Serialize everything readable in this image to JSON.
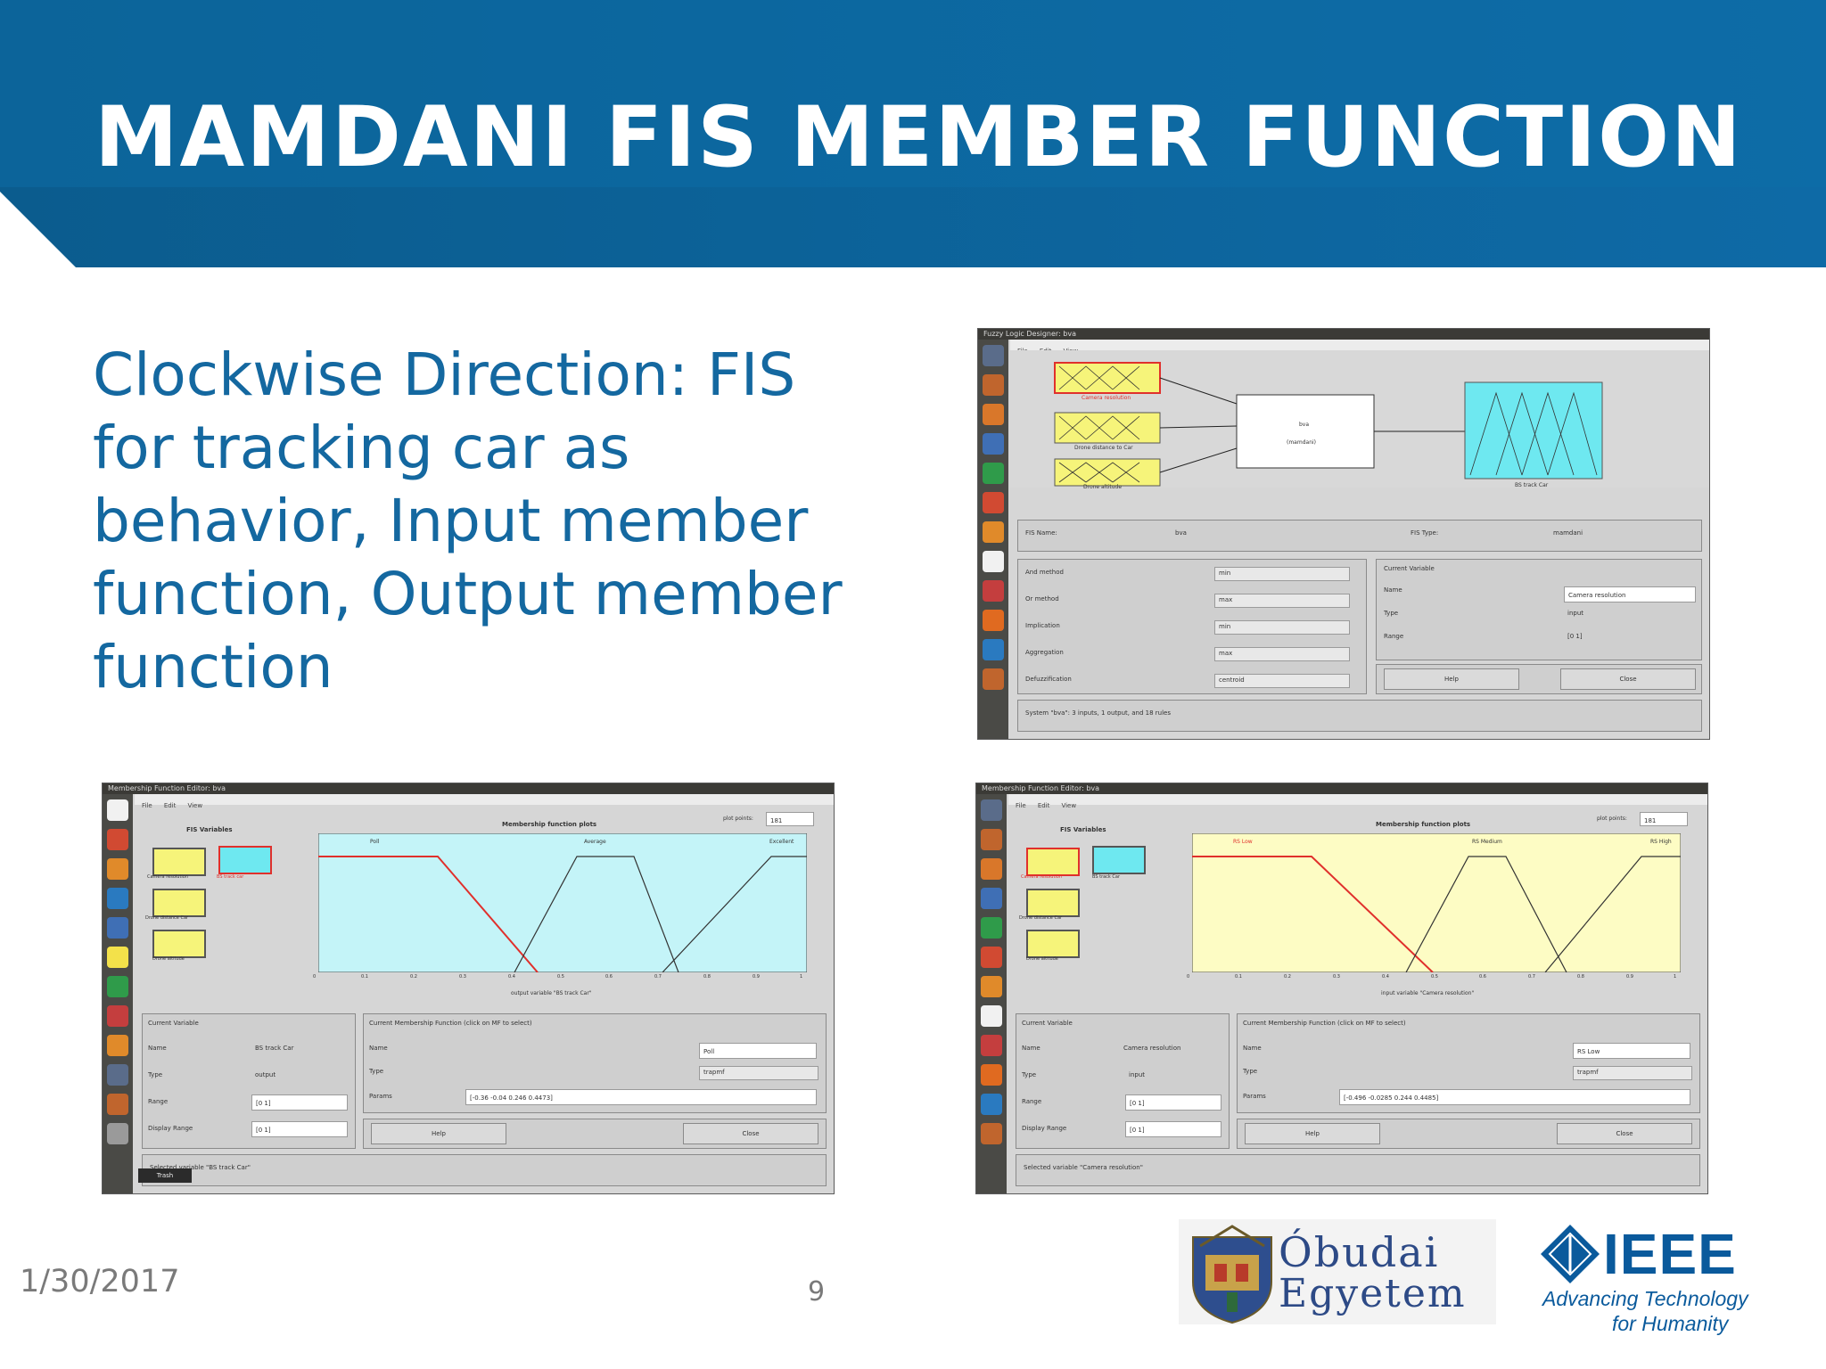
{
  "slide": {
    "title": "MAMDANI FIS MEMBER FUNCTION",
    "body": "Clockwise Direction: FIS for tracking car as behavior, Input member function, Output member function",
    "date": "1/30/2017",
    "page_number": "9"
  },
  "colors": {
    "banner_dark": "#0b5c8e",
    "banner_light": "#1a7ab3",
    "body_text": "#1468a0",
    "footer_text": "#7a7a7a",
    "mf_plot_cyan": "#c4f4f8",
    "mf_plot_yellow": "#fdfcc4",
    "mf_box_yellow": "#f6f47a",
    "mf_box_cyan": "#6ee8f0",
    "highlight_red": "#e0302c"
  },
  "logos": {
    "obuda": {
      "line1": "Óbudai",
      "line2": "Egyetem"
    },
    "ieee": {
      "name": "IEEE",
      "tagline1": "Advancing Technology",
      "tagline2": "for Humanity"
    }
  },
  "fis_designer": {
    "window_title": "Fuzzy Logic Designer: bva",
    "menu": [
      "File",
      "Edit",
      "View"
    ],
    "inputs": [
      "Camera resolution",
      "Drone distance to Car",
      "Drone altitude"
    ],
    "center_block": {
      "line1": "bva",
      "line2": "(mamdani)"
    },
    "output": "BS track Car",
    "fis_name_label": "FIS Name:",
    "fis_name_value": "bva",
    "fis_type_label": "FIS Type:",
    "fis_type_value": "mamdani",
    "methods": [
      {
        "label": "And method",
        "value": "min"
      },
      {
        "label": "Or method",
        "value": "max"
      },
      {
        "label": "Implication",
        "value": "min"
      },
      {
        "label": "Aggregation",
        "value": "max"
      },
      {
        "label": "Defuzzification",
        "value": "centroid"
      }
    ],
    "current_variable_label": "Current Variable",
    "name_label": "Name",
    "name_value": "Camera resolution",
    "type_label": "Type",
    "type_value": "input",
    "range_label": "Range",
    "range_value": "[0 1]",
    "help_label": "Help",
    "close_label": "Close",
    "status": "System \"bva\": 3 inputs, 1 output, and 18 rules"
  },
  "mf_editor_output": {
    "window_title": "Membership Function Editor: bva",
    "menu": [
      "File",
      "Edit",
      "View"
    ],
    "fis_variables_label": "FIS Variables",
    "variables": [
      "Camera resolution",
      "BS track car",
      "Drone distance Car",
      "Drone altitude"
    ],
    "plot_title": "Membership function plots",
    "plot_points_label": "plot points:",
    "plot_points_value": "181",
    "mf_labels": [
      "Poll",
      "Average",
      "Excellent"
    ],
    "x_ticks": [
      "0",
      "0.1",
      "0.2",
      "0.3",
      "0.4",
      "0.5",
      "0.6",
      "0.7",
      "0.8",
      "0.9",
      "1"
    ],
    "axis_label": "output variable \"BS track Car\"",
    "current_variable_label": "Current Variable",
    "name_label": "Name",
    "name_value": "BS track Car",
    "type_label": "Type",
    "type_value": "output",
    "range_label": "Range",
    "range_value": "[0 1]",
    "display_range_label": "Display Range",
    "display_range_value": "[0 1]",
    "current_mf_label": "Current Membership Function (click on MF to select)",
    "mf_name_label": "Name",
    "mf_name_value": "Poll",
    "mf_type_label": "Type",
    "mf_type_value": "trapmf",
    "params_label": "Params",
    "params_value": "[-0.36 -0.04 0.246 0.4473]",
    "help_label": "Help",
    "close_label": "Close",
    "status": "Selected variable \"BS track Car\"",
    "tooltip": "Trash"
  },
  "mf_editor_input": {
    "window_title": "Membership Function Editor: bva",
    "menu": [
      "File",
      "Edit",
      "View"
    ],
    "fis_variables_label": "FIS Variables",
    "variables": [
      "Camera resolution",
      "BS track Car",
      "Drone distance Car",
      "Drone altitude"
    ],
    "plot_title": "Membership function plots",
    "plot_points_label": "plot points:",
    "plot_points_value": "181",
    "mf_labels": [
      "RS Low",
      "RS Medium",
      "RS High"
    ],
    "x_ticks": [
      "0",
      "0.1",
      "0.2",
      "0.3",
      "0.4",
      "0.5",
      "0.6",
      "0.7",
      "0.8",
      "0.9",
      "1"
    ],
    "axis_label": "input variable \"Camera resolution\"",
    "current_variable_label": "Current Variable",
    "name_label": "Name",
    "name_value": "Camera resolution",
    "type_label": "Type",
    "type_value": "input",
    "range_label": "Range",
    "range_value": "[0 1]",
    "display_range_label": "Display Range",
    "display_range_value": "[0 1]",
    "current_mf_label": "Current Membership Function (click on MF to select)",
    "mf_name_label": "Name",
    "mf_name_value": "RS Low",
    "mf_type_label": "Type",
    "mf_type_value": "trapmf",
    "params_label": "Params",
    "params_value": "[-0.496 -0.0285 0.244 0.4485]",
    "help_label": "Help",
    "close_label": "Close",
    "status": "Selected variable \"Camera resolution\""
  }
}
